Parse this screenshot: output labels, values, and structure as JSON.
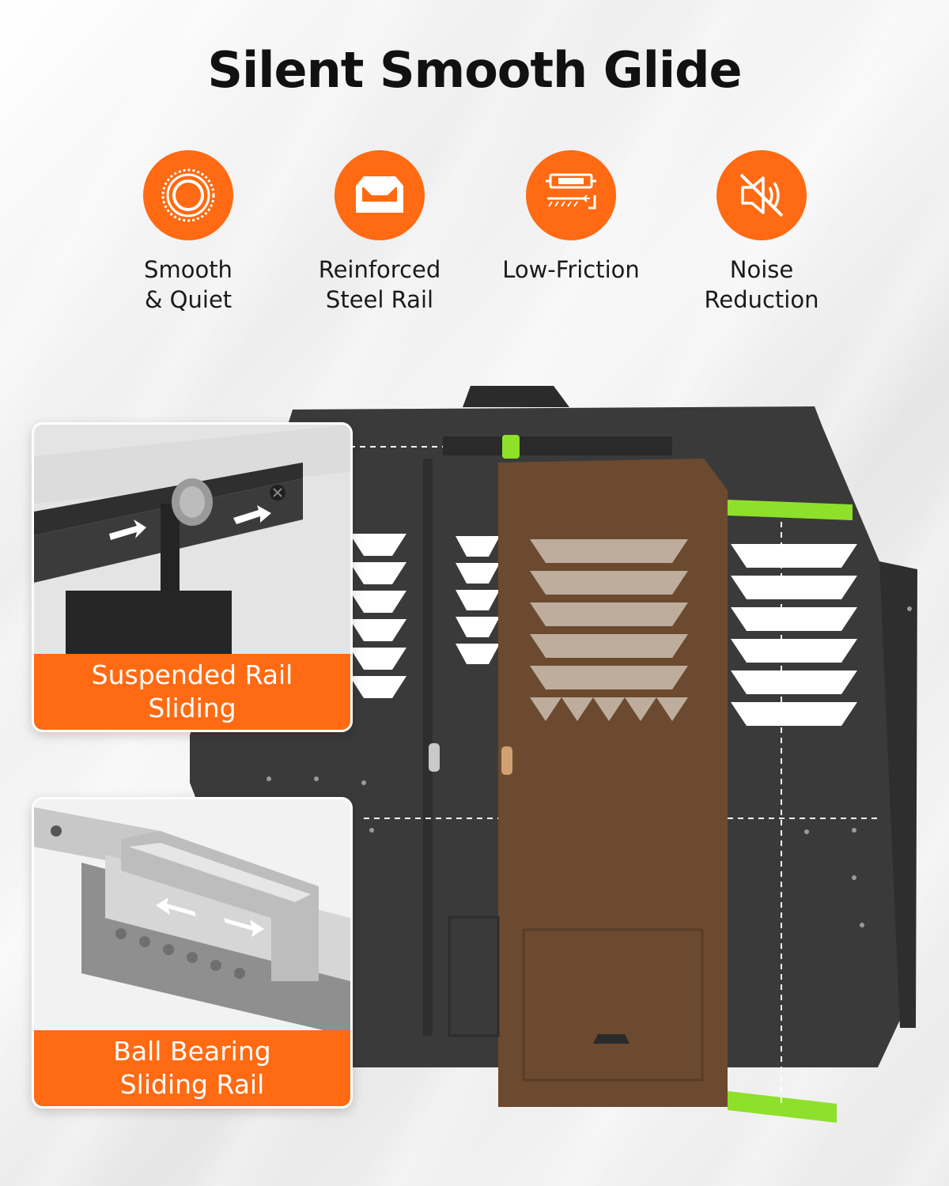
{
  "title": "Silent Smooth Glide",
  "colors": {
    "accent": "#ff6a12",
    "steel": "#3a3a3a",
    "door": "#6b4a30",
    "highlight": "#8ee02a"
  },
  "features": [
    {
      "icon": "wheel-icon",
      "label": "Smooth\n& Quiet"
    },
    {
      "icon": "tray-icon",
      "label": "Reinforced\nSteel Rail"
    },
    {
      "icon": "roller-rail-icon",
      "label": "Low-Friction"
    },
    {
      "icon": "mute-speaker-icon",
      "label": "Noise\nReduction"
    }
  ],
  "panels": [
    {
      "caption": "Suspended Rail\nSliding"
    },
    {
      "caption": "Ball Bearing\nSliding Rail"
    }
  ]
}
